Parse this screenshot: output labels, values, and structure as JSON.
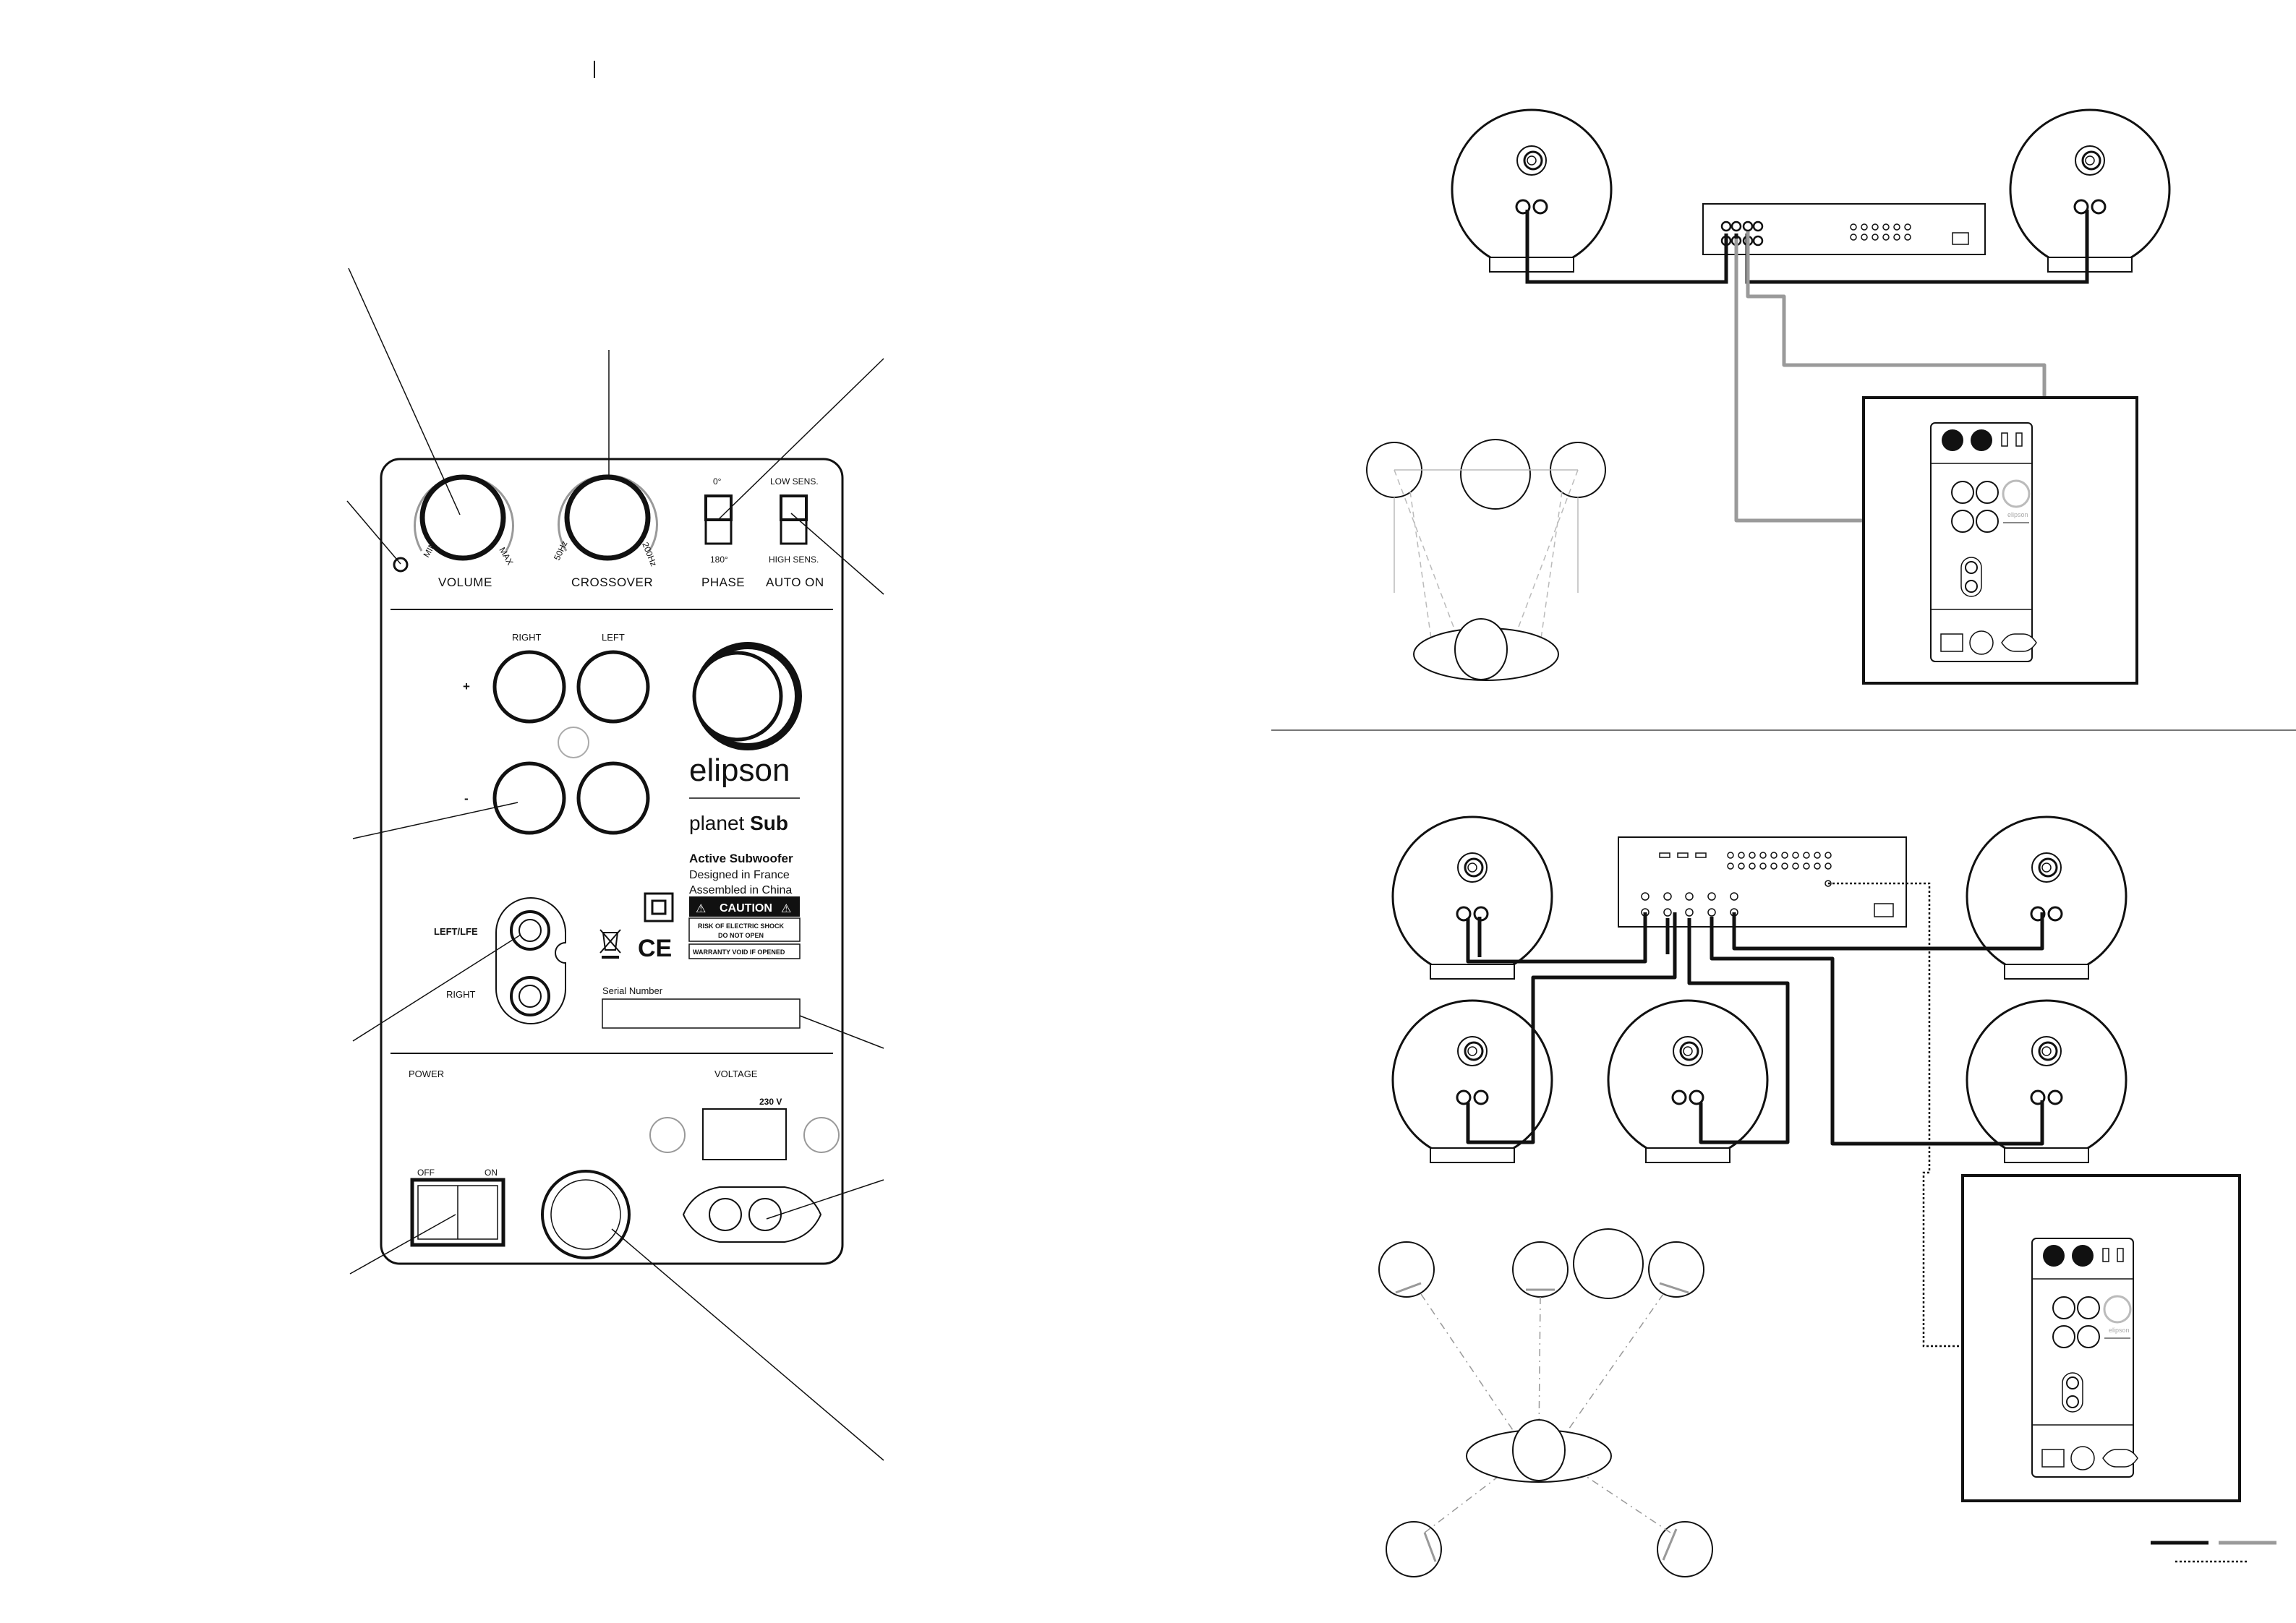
{
  "panel": {
    "volume": "VOLUME",
    "volume_min": "MIN",
    "volume_max": "MAX",
    "crossover": "CROSSOVER",
    "crossover_min": "50Hz",
    "crossover_max": "200Hz",
    "phase": "PHASE",
    "phase_top": "0°",
    "phase_bottom": "180°",
    "auto_on": "AUTO ON",
    "low_sens": "LOW SENS.",
    "high_sens": "HIGH SENS.",
    "right": "RIGHT",
    "left": "LEFT",
    "plus": "+",
    "minus": "-",
    "left_lfe": "LEFT/LFE",
    "right_rca": "RIGHT",
    "brand": "elipson",
    "model_1": "planet",
    "model_2": "Sub",
    "active": "Active Subwoofer",
    "designed": "Designed in France",
    "assembled": "Assembled in China",
    "caution": "CAUTION",
    "risk": "RISK OF ELECTRIC SHOCK",
    "donot": "DO NOT OPEN",
    "warranty": "WARRANTY VOID IF OPENED",
    "ce": "CE",
    "serial": "Serial Number",
    "power": "POWER",
    "off": "OFF",
    "on": "ON",
    "voltage": "VOLTAGE",
    "voltage_val": "230 V"
  },
  "mini_brand": "elipson",
  "colors": {
    "ink": "#111111",
    "grey_cable": "#9a9a9a",
    "sub_fill": "#ffffff"
  }
}
